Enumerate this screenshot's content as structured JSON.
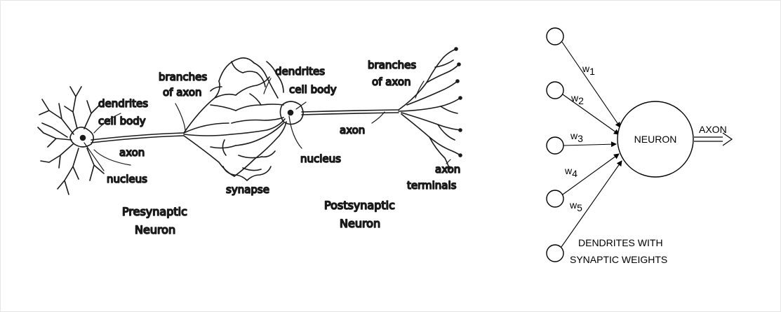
{
  "biological_neurons": {
    "labels": {
      "dendrites_left": "dendrites",
      "cell_body_left": "cell body",
      "axon_left": "axon",
      "nucleus_left": "nucleus",
      "branches_of_axon_left_1": "branches",
      "branches_of_axon_left_2": "of axon",
      "dendrites_mid": "dendrites",
      "cell_body_mid": "cell body",
      "nucleus_mid": "nucleus",
      "synapse": "synapse",
      "branches_of_axon_right_1": "branches",
      "branches_of_axon_right_2": "of axon",
      "axon_right": "axon",
      "axon_terminals_1": "axon",
      "axon_terminals_2": "terminals",
      "presynaptic_1": "Presynaptic",
      "presynaptic_2": "Neuron",
      "postsynaptic_1": "Postsynaptic",
      "postsynaptic_2": "Neuron"
    }
  },
  "artificial_neuron": {
    "neuron_label": "NEURON",
    "output_label": "AXON",
    "weights": [
      {
        "base": "w",
        "sub": "1"
      },
      {
        "base": "w",
        "sub": "2"
      },
      {
        "base": "w",
        "sub": "3"
      },
      {
        "base": "w",
        "sub": "4"
      },
      {
        "base": "w",
        "sub": "5"
      }
    ],
    "caption_1": "DENDRITES WITH",
    "caption_2": "SYNAPTIC WEIGHTS"
  }
}
